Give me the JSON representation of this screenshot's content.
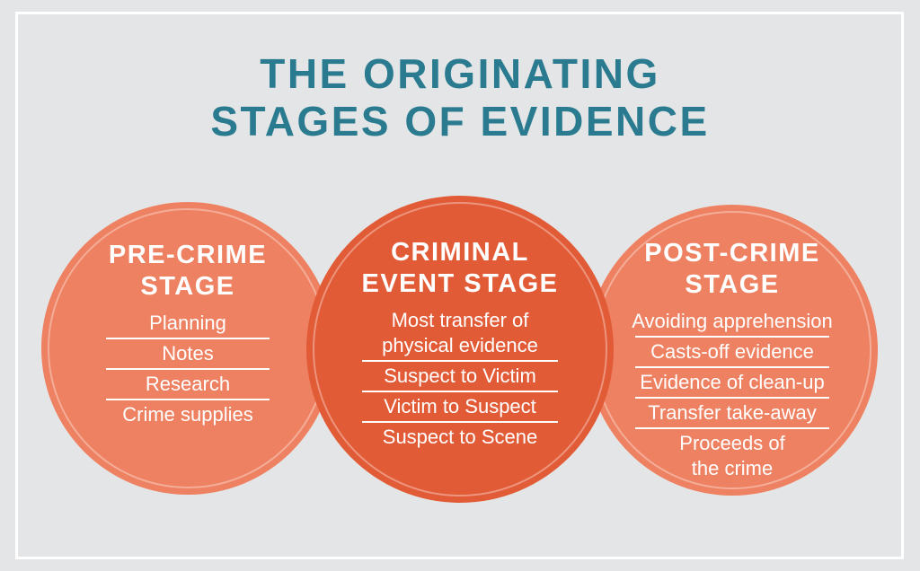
{
  "title": {
    "line1": "THE ORIGINATING",
    "line2": "STAGES OF EVIDENCE"
  },
  "circles": [
    {
      "id": "pre-crime",
      "heading": "PRE-CRIME\nSTAGE",
      "items": [
        "Planning",
        "Notes",
        "Research",
        "Crime supplies"
      ]
    },
    {
      "id": "criminal-event",
      "heading": "CRIMINAL\nEVENT STAGE",
      "items": [
        "Most transfer of\nphysical evidence",
        "Suspect to Victim",
        "Victim to Suspect",
        "Suspect to Scene"
      ]
    },
    {
      "id": "post-crime",
      "heading": "POST-CRIME\nSTAGE",
      "items": [
        "Avoiding apprehension",
        "Casts-off evidence",
        "Evidence of clean-up",
        "Transfer take-away",
        "Proceeds of\nthe crime"
      ]
    }
  ],
  "colors": {
    "background": "#e4e5e6",
    "frame": "#ffffff",
    "title": "#2a7b90",
    "circle_light": "#ee8161",
    "circle_dark": "#e25b37",
    "text": "#ffffff"
  }
}
